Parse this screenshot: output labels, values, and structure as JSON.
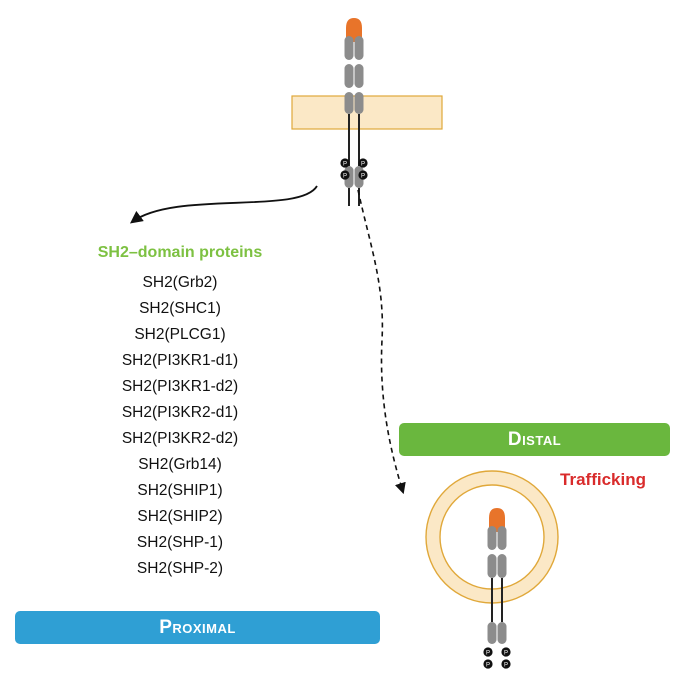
{
  "sh2_domain_proteins": {
    "title": "SH2–domain proteins",
    "items": [
      "SH2(Grb2)",
      "SH2(SHC1)",
      "SH2(PLCG1)",
      "SH2(PI3KR1-d1)",
      "SH2(PI3KR1-d2)",
      "SH2(PI3KR2-d1)",
      "SH2(PI3KR2-d2)",
      "SH2(Grb14)",
      "SH2(SHIP1)",
      "SH2(SHIP2)",
      "SH2(SHP-1)",
      "SH2(SHP-2)"
    ]
  },
  "labels": {
    "distal": "Distal",
    "proximal": "Proximal",
    "trafficking": "Trafficking"
  },
  "receptor": {
    "phospho_label": "P"
  },
  "colors": {
    "sh2_title": "#7dc142",
    "distal_bar": "#6ab73e",
    "proximal_bar": "#2f9fd4",
    "trafficking": "#d92b2b",
    "membrane_fill": "#fbe8c6",
    "membrane_border": "#e0a83a",
    "ligand": "#e8742a",
    "receptor_domain": "#8c8c8c"
  }
}
